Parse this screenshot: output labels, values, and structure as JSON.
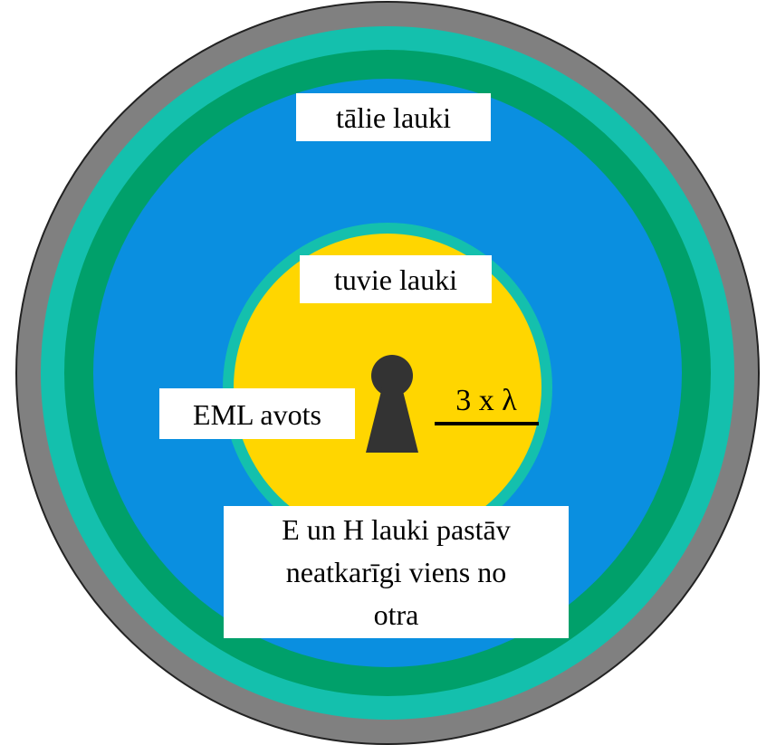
{
  "labels": {
    "far_fields": "tālie lauki",
    "near_fields": "tuvie lauki",
    "source": "EML avots",
    "distance": "3 x λ",
    "independence_line1": "E un H lauki pastāv",
    "independence_line2": "neatkarīgi viens no",
    "independence_line3": "otra"
  },
  "colors": {
    "outer_ring": "#808080",
    "outer_ring_stroke": "#222222",
    "teal_ring": "#14c0ad",
    "green_ring": "#00a06a",
    "far_field_zone": "#0a8fe0",
    "near_field_border": "#14c0ad",
    "near_field_zone": "#ffd600",
    "source_icon": "#333333",
    "label_background": "#ffffff"
  },
  "icons": {
    "source": "keyhole-icon"
  }
}
